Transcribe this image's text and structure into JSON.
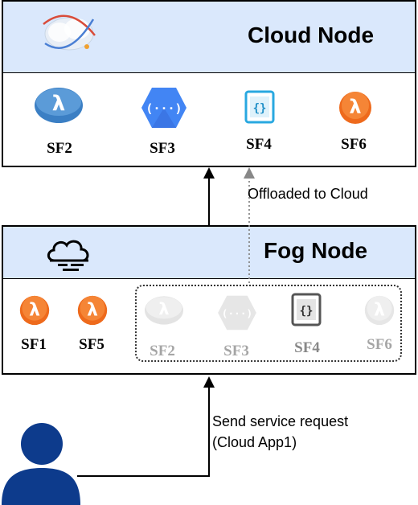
{
  "cloud_node": {
    "title": "Cloud Node",
    "functions": [
      "SF2",
      "SF3",
      "SF4",
      "SF6"
    ]
  },
  "fog_node": {
    "title": "Fog Node",
    "local_functions": [
      "SF1",
      "SF5"
    ],
    "group_functions": [
      "SF2",
      "SF3",
      "SF4",
      "SF6"
    ]
  },
  "edges": {
    "offload_label": "Offloaded to Cloud",
    "request_label_line1": "Send service request",
    "request_label_line2": "(Cloud App1)"
  },
  "colors": {
    "header_fill": "#dae8fc",
    "lambda_blue": "#3b7fc4",
    "lambda_orange": "#ee6a1c",
    "gcp_blue": "#4285f4",
    "user_blue": "#0d3b8c"
  }
}
